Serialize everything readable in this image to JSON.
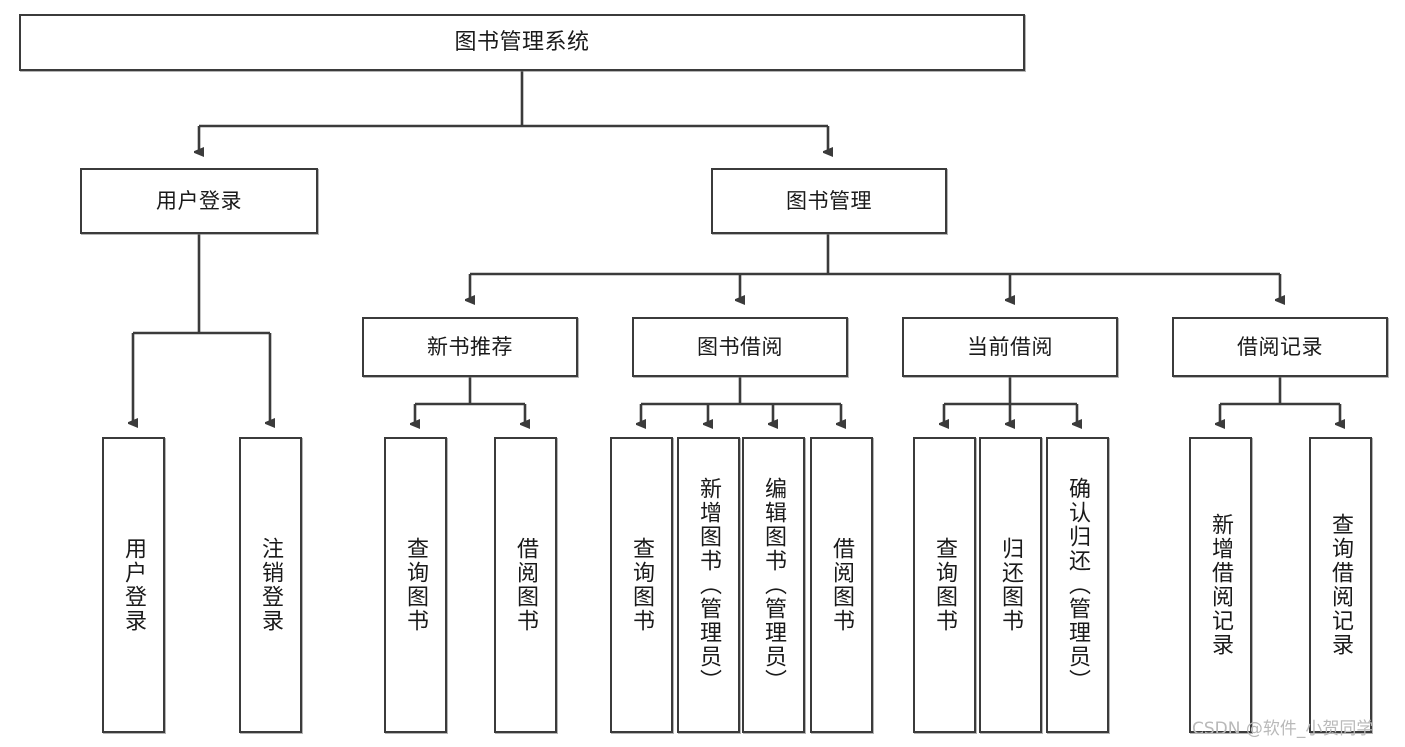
{
  "diagram": {
    "title": "图书管理系统",
    "type": "tree",
    "root": {
      "label": "图书管理系统"
    },
    "level1": [
      {
        "label": "用户登录"
      },
      {
        "label": "图书管理"
      }
    ],
    "level2": [
      {
        "label": "新书推荐"
      },
      {
        "label": "图书借阅"
      },
      {
        "label": "当前借阅"
      },
      {
        "label": "借阅记录"
      }
    ],
    "leaves": {
      "user_login": [
        {
          "label": "用户登录"
        },
        {
          "label": "注销登录"
        }
      ],
      "new_book_recommend": [
        {
          "label": "查询图书"
        },
        {
          "label": "借阅图书"
        }
      ],
      "book_borrow": [
        {
          "label": "查询图书"
        },
        {
          "label": "新增图书（管理员）"
        },
        {
          "label": "编辑图书（管理员）"
        },
        {
          "label": "借阅图书"
        }
      ],
      "current_borrow": [
        {
          "label": "查询图书"
        },
        {
          "label": "归还图书"
        },
        {
          "label": "确认归还（管理员）"
        }
      ],
      "borrow_record": [
        {
          "label": "新增借阅记录"
        },
        {
          "label": "查询借阅记录"
        }
      ]
    }
  },
  "watermark": {
    "text": "CSDN @软件_小贺同学"
  },
  "colors": {
    "border": "#3b3b3b",
    "background": "#ffffff",
    "text": "#1a1a1a",
    "watermark": "#b9b9b9"
  }
}
